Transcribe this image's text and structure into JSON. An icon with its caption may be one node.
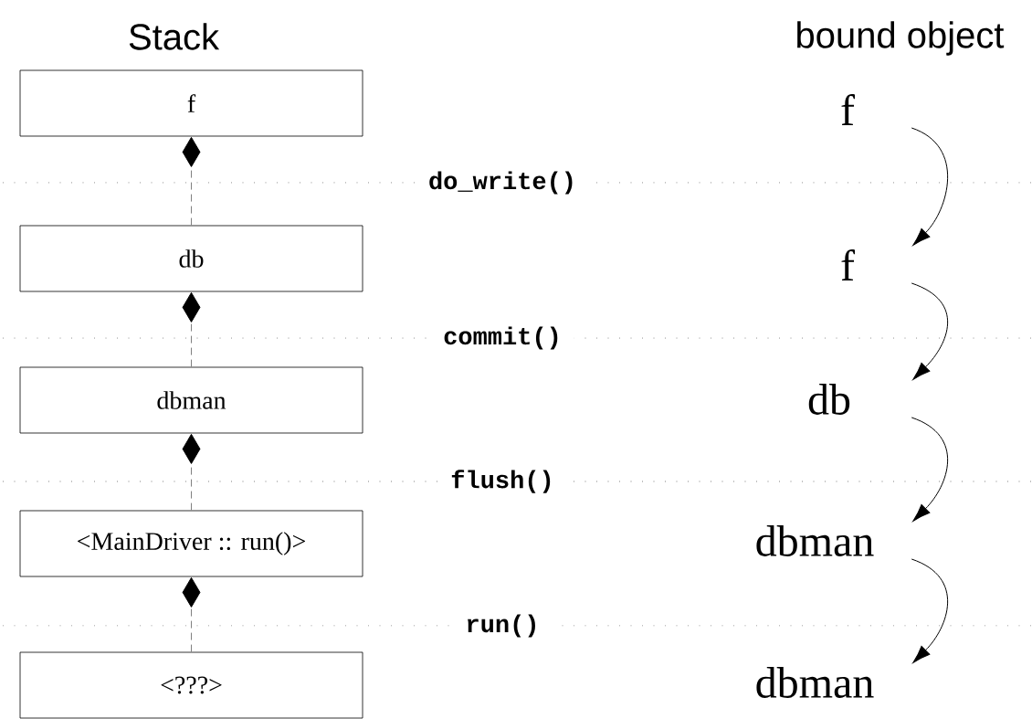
{
  "diagram": {
    "nodes": [
      {
        "text": [
          "f"
        ]
      },
      {
        "text": [
          "db"
        ]
      },
      {
        "text": [
          "dbman"
        ]
      },
      {
        "text": [
          "<MainDriver :: run()>"
        ]
      },
      {
        "text": [
          "<???>"
        ]
      },
      {
        "text": [
          "f"
        ]
      },
      {
        "text": [
          "f"
        ]
      },
      {
        "text": [
          "db"
        ]
      },
      {
        "text": [
          "dbman"
        ]
      },
      {
        "text": [
          "dbman"
        ]
      }
    ],
    "edges": [
      {
        "from": 1,
        "to": 0,
        "arrow": "other",
        "style": "dashed"
      },
      {
        "from": 2,
        "to": 1,
        "arrow": "other",
        "style": "dashed"
      },
      {
        "from": 3,
        "to": 2,
        "arrow": "other",
        "style": "dashed"
      },
      {
        "from": 4,
        "to": 3,
        "arrow": "other",
        "style": "dashed"
      },
      {
        "from": 5,
        "to": 6,
        "arrow": "to",
        "color": "#000000"
      },
      {
        "from": 6,
        "to": 7,
        "arrow": "to",
        "color": "#000000"
      },
      {
        "from": 7,
        "to": 8,
        "arrow": "to",
        "color": "#000000"
      },
      {
        "from": 8,
        "to": 9,
        "arrow": "to",
        "color": "#000000"
      }
    ],
    "labels": [
      "Stack",
      "bound object",
      "do_write()",
      "commit()",
      "flush()",
      "run()"
    ]
  }
}
